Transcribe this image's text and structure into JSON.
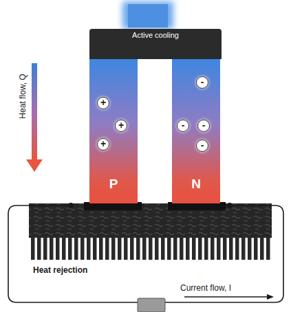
{
  "diagram": {
    "nodes": [
      {
        "text": [
          "Active cooling"
        ]
      },
      {
        "text": [
          "P"
        ]
      },
      {
        "text": [
          "N"
        ]
      },
      {
        "text": [
          "+"
        ],
        "in": 1
      },
      {
        "text": [
          "+"
        ],
        "in": 1
      },
      {
        "text": [
          "+"
        ],
        "in": 1
      },
      {
        "text": [
          "-"
        ],
        "in": 2
      },
      {
        "text": [
          "-"
        ],
        "in": 2
      },
      {
        "text": [
          "-"
        ],
        "in": 2
      },
      {
        "text": [
          "-"
        ],
        "in": 2
      }
    ],
    "labels": [
      "Heat flow, Q",
      "Heat rejection",
      "Current flow, I"
    ]
  }
}
